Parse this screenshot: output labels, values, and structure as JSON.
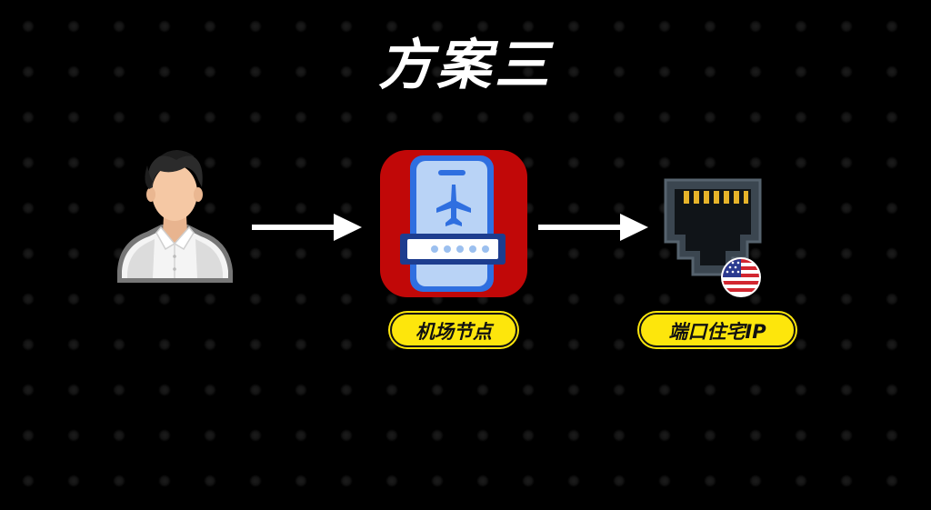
{
  "title": "方案三",
  "nodes": {
    "user": {
      "icon": "user-avatar-icon"
    },
    "airport": {
      "icon": "airport-boarding-pass-icon",
      "label": "机场节点"
    },
    "port": {
      "icon": "ethernet-port-icon",
      "badge_icon": "us-flag-icon",
      "label": "端口住宅IP"
    }
  },
  "colors": {
    "background": "#000000",
    "label_bg": "#fde60c",
    "airport_tile": "#c10808",
    "airport_pass": "#2f6fe0",
    "arrow": "#ffffff"
  }
}
